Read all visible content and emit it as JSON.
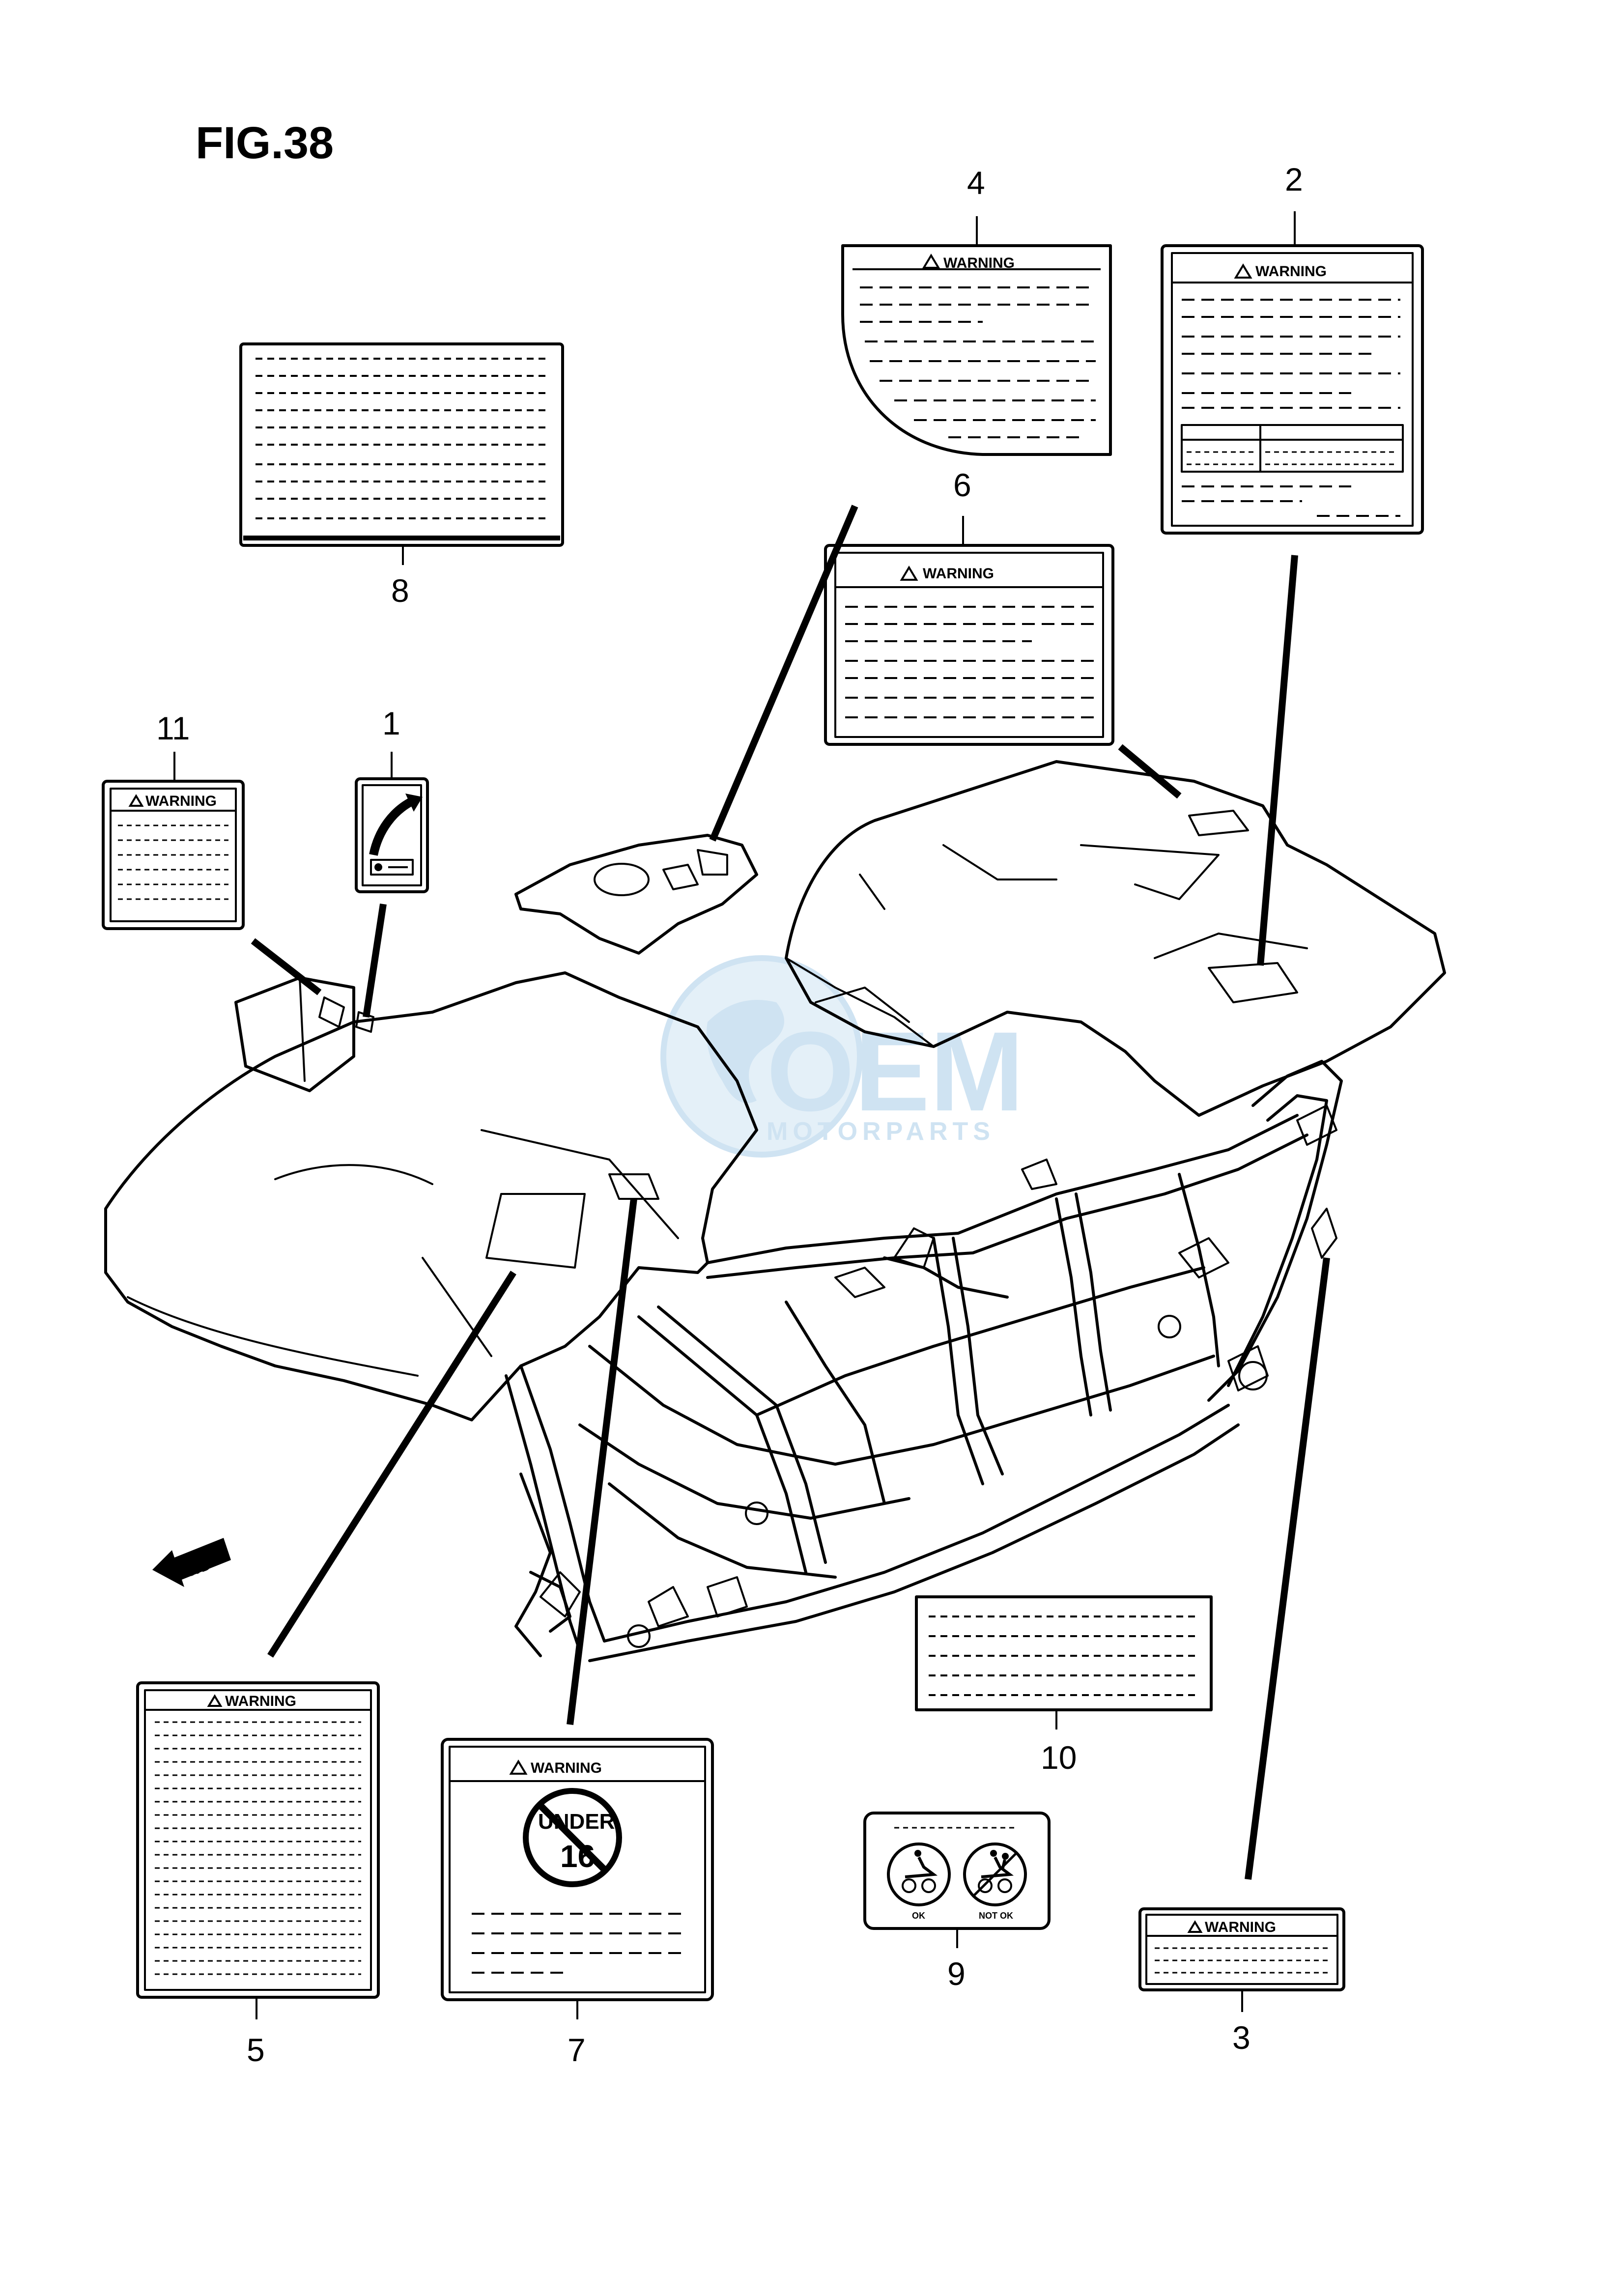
{
  "figure": {
    "title": "FIG.38"
  },
  "callouts": {
    "n1": "1",
    "n2": "2",
    "n3": "3",
    "n4": "4",
    "n5": "5",
    "n6": "6",
    "n7": "7",
    "n8": "8",
    "n9": "9",
    "n10": "10",
    "n11": "11"
  },
  "labels": {
    "warning": "WARNING",
    "under_top": "UNDER",
    "under_num": "16",
    "ok": "OK",
    "not_ok": "NOT OK",
    "fwd": "FWD"
  },
  "watermark": {
    "brand": "OEM",
    "sub": "MOTORPARTS",
    "color": "#a9cde8"
  }
}
